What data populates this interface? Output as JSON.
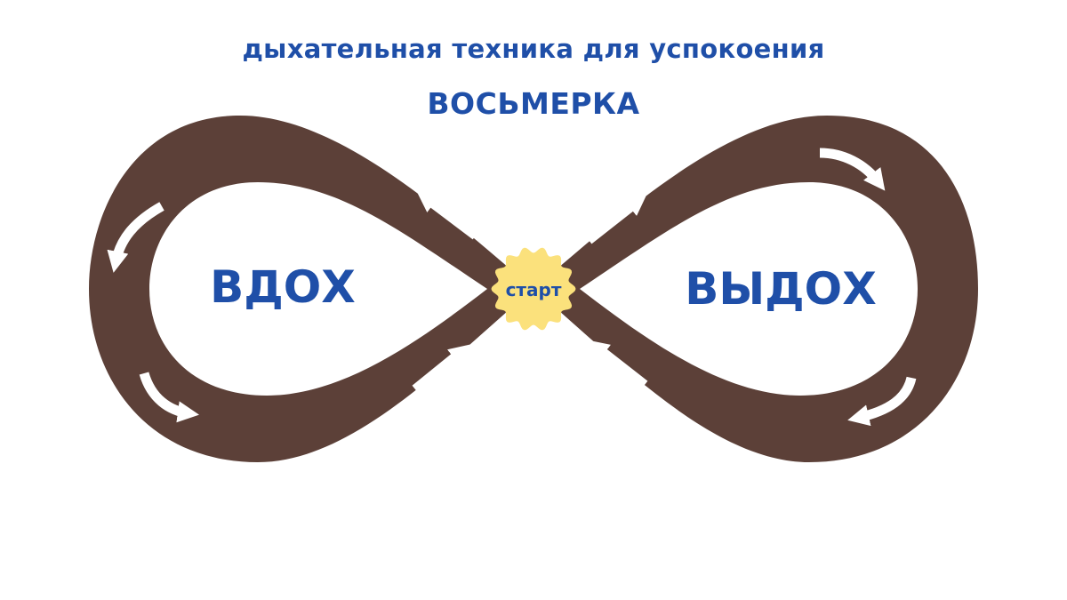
{
  "header": {
    "subtitle": "дыхательная техника для успокоения",
    "title": "ВОСЬМЕРКА"
  },
  "diagram": {
    "inhale_label": "ВДОХ",
    "exhale_label": "ВЫДОХ",
    "start_label": "старт",
    "colors": {
      "text": "#1f4fa8",
      "track": "#5c4038",
      "start_badge": "#fbe17c",
      "arrows": "#ffffff"
    },
    "icons": [
      "curved-arrow-icon",
      "straight-arrow-icon",
      "start-badge-icon"
    ]
  }
}
